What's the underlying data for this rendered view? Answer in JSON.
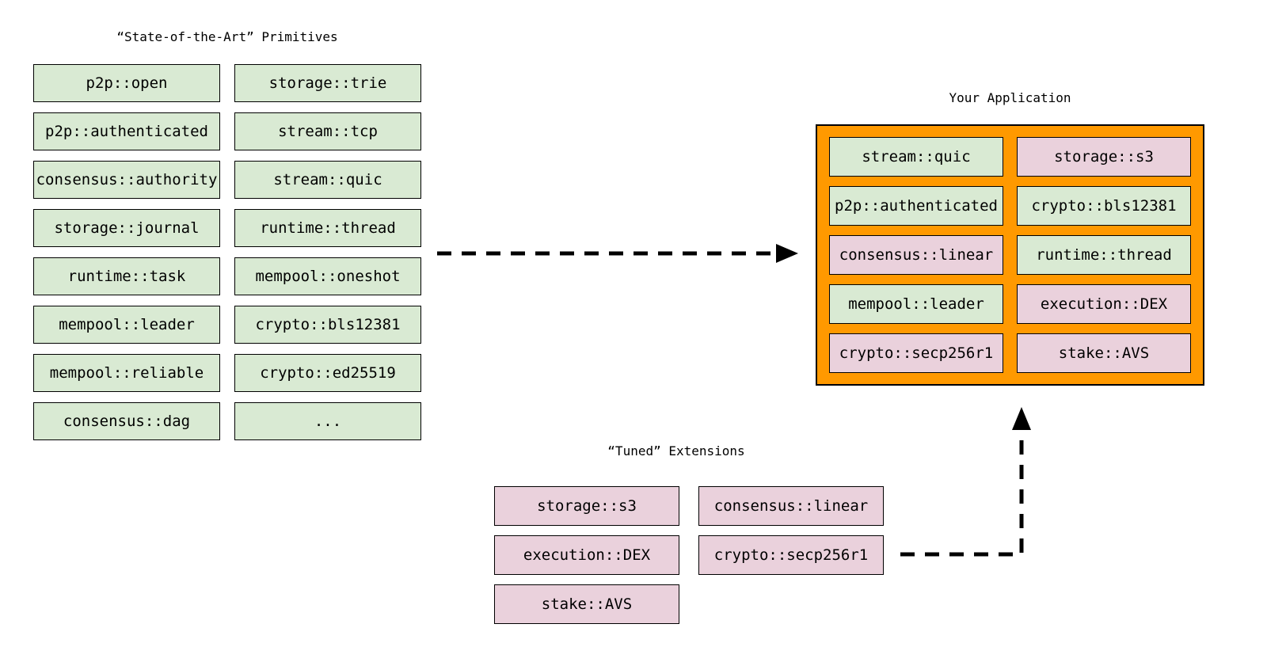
{
  "diagram": {
    "primitives": {
      "title": "“State-of-the-Art” Primitives",
      "column_1": [
        "p2p::open",
        "p2p::authenticated",
        "consensus::authority",
        "storage::journal",
        "runtime::task",
        "mempool::leader",
        "mempool::reliable",
        "consensus::dag"
      ],
      "column_2": [
        "storage::trie",
        "stream::tcp",
        "stream::quic",
        "runtime::thread",
        "mempool::oneshot",
        "crypto::bls12381",
        "crypto::ed25519",
        "..."
      ]
    },
    "application": {
      "title": "Your Application",
      "column_1": [
        {
          "label": "stream::quic",
          "kind": "primitive"
        },
        {
          "label": "p2p::authenticated",
          "kind": "primitive"
        },
        {
          "label": "consensus::linear",
          "kind": "extension"
        },
        {
          "label": "mempool::leader",
          "kind": "primitive"
        },
        {
          "label": "crypto::secp256r1",
          "kind": "extension"
        }
      ],
      "column_2": [
        {
          "label": "storage::s3",
          "kind": "extension"
        },
        {
          "label": "crypto::bls12381",
          "kind": "primitive"
        },
        {
          "label": "runtime::thread",
          "kind": "primitive"
        },
        {
          "label": "execution::DEX",
          "kind": "extension"
        },
        {
          "label": "stake::AVS",
          "kind": "extension"
        }
      ]
    },
    "extensions": {
      "title": "“Tuned” Extensions",
      "column_1": [
        "storage::s3",
        "execution::DEX",
        "stake::AVS"
      ],
      "column_2": [
        "consensus::linear",
        "crypto::secp256r1"
      ]
    },
    "colors": {
      "primitive_fill": "#d9ead3",
      "extension_fill": "#ead1dc",
      "application_fill": "#ff9900",
      "border": "#000000",
      "arrow": "#000000"
    }
  }
}
